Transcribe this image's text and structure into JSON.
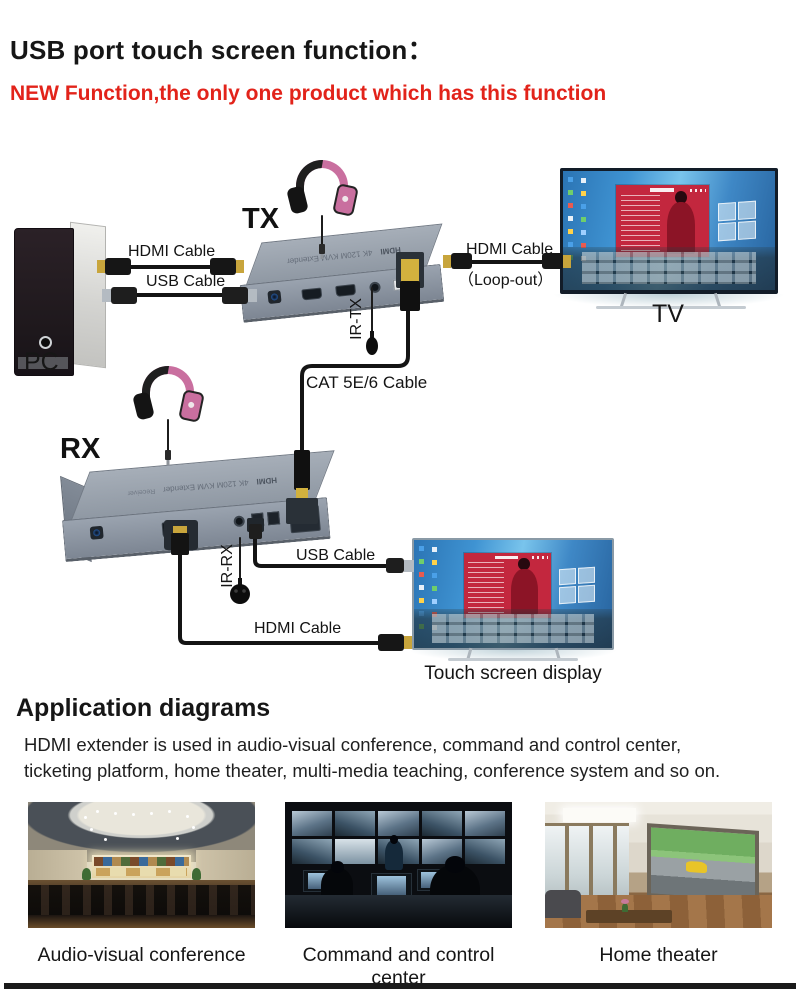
{
  "header": {
    "title": "USB port touch screen function：",
    "subtitle": "NEW Function,the only one product which has this function"
  },
  "diagram": {
    "pc": {
      "label": "PC"
    },
    "tx": {
      "label": "TX",
      "device_text": "4K 120M KVM Extender",
      "brand": "HDMI"
    },
    "rx": {
      "label": "RX",
      "device_text": "4K 120M KVM Extender",
      "brand": "HDMI",
      "top_text": "Receiver"
    },
    "tv": {
      "label": "TV"
    },
    "touch_display": {
      "label": "Touch screen display"
    },
    "cables": {
      "hdmi_pc_tx": "HDMI Cable",
      "usb_pc_tx": "USB Cable",
      "hdmi_loopout": "HDMI Cable",
      "loopout_note": "（Loop-out）",
      "cat": "CAT 5E/6 Cable",
      "ir_tx": "IR-TX",
      "ir_rx": "IR-RX",
      "usb_rx_touch": "USB Cable",
      "hdmi_rx_touch": "HDMI Cable"
    }
  },
  "application": {
    "heading": "Application diagrams",
    "description_lines": [
      "HDMI extender is used in audio-visual conference, command and control center,",
      "ticketing platform, home theater, multi-media teaching, conference system and so on."
    ],
    "items": [
      {
        "label": "Audio-visual conference"
      },
      {
        "label": "Command and control center"
      },
      {
        "label": "Home theater"
      }
    ]
  },
  "colors": {
    "accent_red": "#e2231a",
    "device_gray": "#8d96a2",
    "screen_blue": "#3f93d2"
  }
}
